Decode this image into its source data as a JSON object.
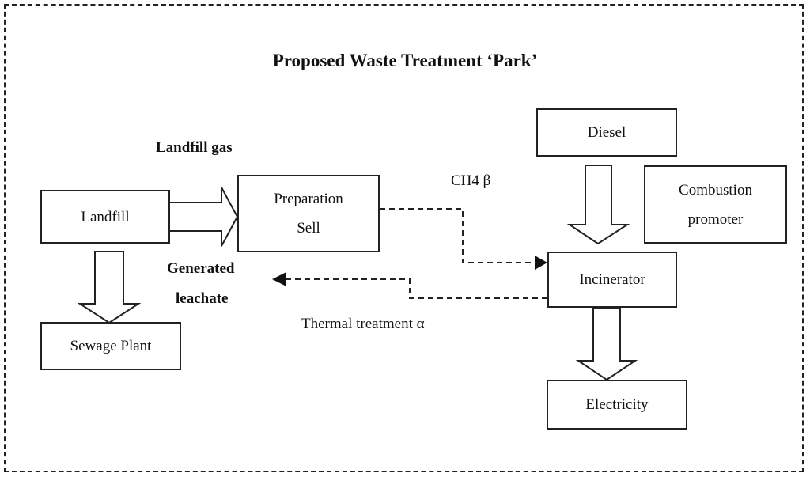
{
  "title": "Proposed Waste Treatment ‘Park’",
  "nodes": {
    "landfill": "Landfill",
    "preparation_line1": "Preparation",
    "preparation_line2": "Sell",
    "diesel": "Diesel",
    "combustion_line1": "Combustion",
    "combustion_line2": "promoter",
    "incinerator": "Incinerator",
    "sewage": "Sewage Plant",
    "electricity": "Electricity"
  },
  "edge_labels": {
    "landfill_gas": "Landfill gas",
    "ch4": "CH4 β",
    "generated_line1": "Generated",
    "generated_line2": "leachate",
    "thermal": "Thermal treatment α"
  }
}
